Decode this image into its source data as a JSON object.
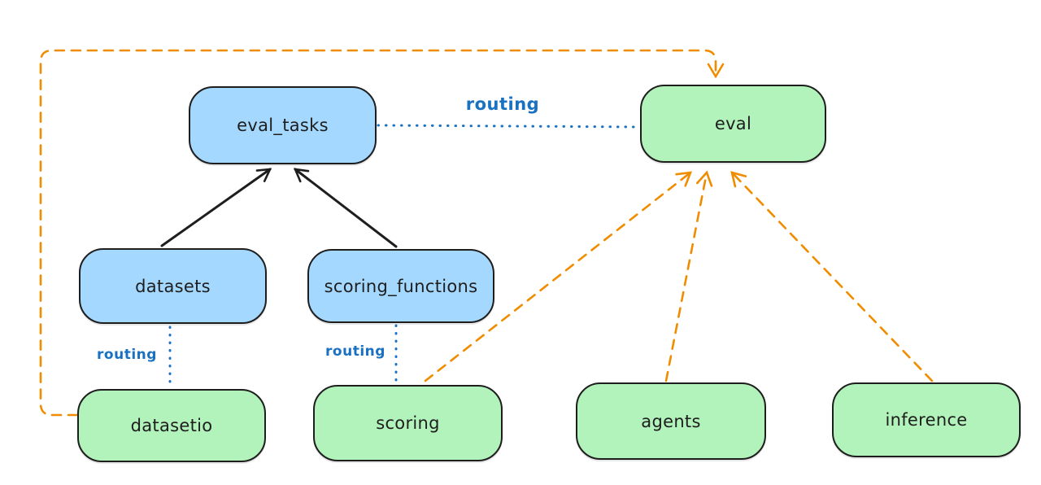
{
  "diagram": {
    "colors": {
      "blue_fill": "#a5d8ff",
      "green_fill": "#b2f2bb",
      "stroke": "#1e1e1e",
      "routing_blue": "#1971c2",
      "orange": "#f08c00",
      "background": "#ffffff"
    },
    "nodes": [
      {
        "id": "eval_tasks",
        "label": "eval_tasks",
        "fill": "#a5d8ff"
      },
      {
        "id": "eval",
        "label": "eval",
        "fill": "#b2f2bb"
      },
      {
        "id": "datasets",
        "label": "datasets",
        "fill": "#a5d8ff"
      },
      {
        "id": "scoring_functions",
        "label": "scoring_functions",
        "fill": "#a5d8ff"
      },
      {
        "id": "datasetio",
        "label": "datasetio",
        "fill": "#b2f2bb"
      },
      {
        "id": "scoring",
        "label": "scoring",
        "fill": "#b2f2bb"
      },
      {
        "id": "agents",
        "label": "agents",
        "fill": "#b2f2bb"
      },
      {
        "id": "inference",
        "label": "inference",
        "fill": "#b2f2bb"
      }
    ],
    "edge_labels": [
      {
        "id": "routing-top",
        "text": "routing"
      },
      {
        "id": "routing-datasets",
        "text": "routing"
      },
      {
        "id": "routing-scoring",
        "text": "routing"
      }
    ],
    "edges": [
      {
        "from": "datasets",
        "to": "eval_tasks",
        "style": "solid-arrow",
        "color": "#1e1e1e"
      },
      {
        "from": "scoring_functions",
        "to": "eval_tasks",
        "style": "solid-arrow",
        "color": "#1e1e1e"
      },
      {
        "from": "eval_tasks",
        "to": "eval",
        "style": "dotted",
        "color": "#1971c2",
        "label": "routing"
      },
      {
        "from": "datasets",
        "to": "datasetio",
        "style": "dotted",
        "color": "#1971c2",
        "label": "routing"
      },
      {
        "from": "scoring_functions",
        "to": "scoring",
        "style": "dotted",
        "color": "#1971c2",
        "label": "routing"
      },
      {
        "from": "scoring",
        "to": "eval",
        "style": "dashed-arrow",
        "color": "#f08c00"
      },
      {
        "from": "agents",
        "to": "eval",
        "style": "dashed-arrow",
        "color": "#f08c00"
      },
      {
        "from": "inference",
        "to": "eval",
        "style": "dashed-arrow",
        "color": "#f08c00"
      },
      {
        "from": "datasetio",
        "to": "eval",
        "style": "dashed-arrow-loop",
        "color": "#f08c00"
      }
    ]
  }
}
